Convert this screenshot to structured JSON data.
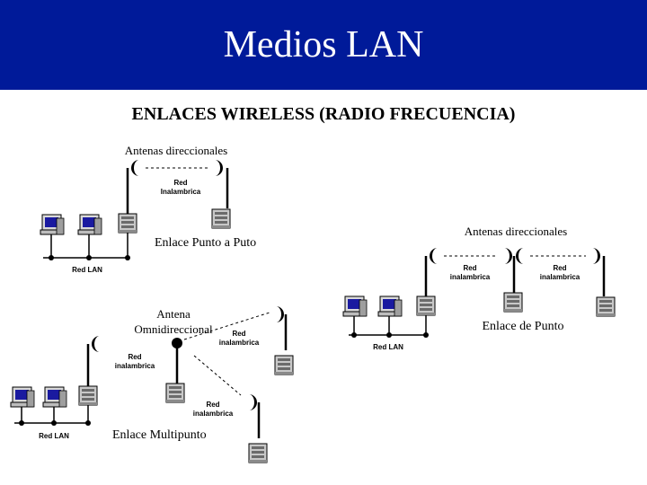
{
  "header": {
    "title": "Medios LAN",
    "bg_color": "#001a99",
    "text_color": "#ffffff"
  },
  "subtitle": "ENLACES WIRELESS (RADIO FRECUENCIA)",
  "diagram1": {
    "antenna_label": "Antenas direccionales",
    "wireless_label_1": "Red",
    "wireless_label_2": "Inalambrica",
    "lan_label": "Red LAN",
    "caption": "Enlace Punto a Puto"
  },
  "diagram2": {
    "antenna_label": "Antenas direccionales",
    "wireless_left_1": "Red",
    "wireless_left_2": "inalambrica",
    "wireless_right_1": "Red",
    "wireless_right_2": "inalambrica",
    "lan_label": "Red LAN",
    "caption": "Enlace de Punto"
  },
  "diagram3": {
    "antenna_label_1": "Antena",
    "antenna_label_2": "Omnidireccional",
    "wireless_top_1": "Red",
    "wireless_top_2": "inalambrica",
    "wireless_left_1": "Red",
    "wireless_left_2": "inalambrica",
    "wireless_bottom_1": "Red",
    "wireless_bottom_2": "inalambrica",
    "lan_label": "Red LAN",
    "caption": "Enlace Multipunto"
  }
}
